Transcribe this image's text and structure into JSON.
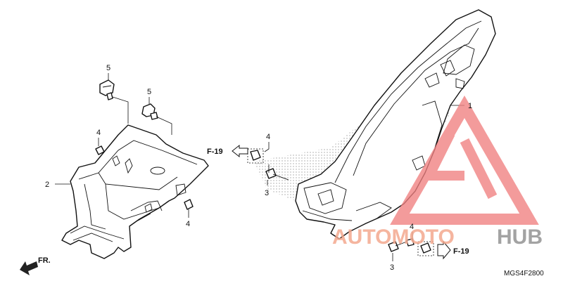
{
  "callouts": {
    "c1": "1",
    "c2": "2",
    "c3a": "3",
    "c3b": "3",
    "c4a": "4",
    "c4b": "4",
    "c4c": "4",
    "c4d": "4",
    "c5a": "5",
    "c5b": "5"
  },
  "refs": {
    "f19_left": "F-19",
    "f19_right": "F-19",
    "front": "FR."
  },
  "diagram_code": "MGS4F2800",
  "watermark": {
    "text_light": "AUTOMOTO",
    "text_dark": "HUB",
    "color_light": "#f4a98f",
    "color_dark": "#9a9a9a",
    "logo_color": "#f08080"
  }
}
